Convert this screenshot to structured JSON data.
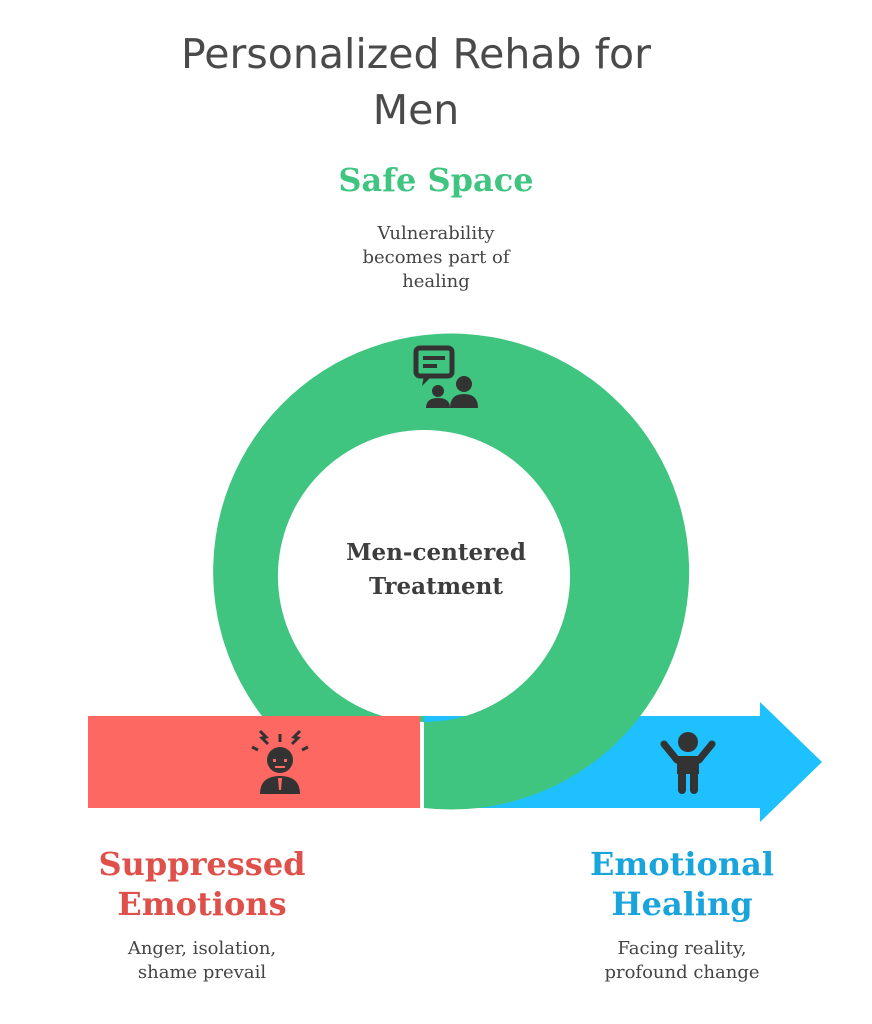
{
  "title": "Personalized Rehab for Men",
  "center": {
    "label_line1": "Men-centered",
    "label_line2": "Treatment"
  },
  "stages": {
    "top": {
      "title": "Safe Space",
      "description_line1": "Vulnerability",
      "description_line2": "becomes part of",
      "description_line3": "healing",
      "color": "#3fc580",
      "icon": "conversation-people-icon"
    },
    "left": {
      "title_line1": "Suppressed",
      "title_line2": "Emotions",
      "description_line1": "Anger, isolation,",
      "description_line2": "shame prevail",
      "color": "#fe6863",
      "title_color": "#e0504b",
      "icon": "stressed-person-icon"
    },
    "right": {
      "title_line1": "Emotional",
      "title_line2": "Healing",
      "description_line1": "Facing reality,",
      "description_line2": "profound change",
      "color": "#1ec0ff",
      "title_color": "#19a5dc",
      "icon": "happy-person-icon"
    }
  }
}
